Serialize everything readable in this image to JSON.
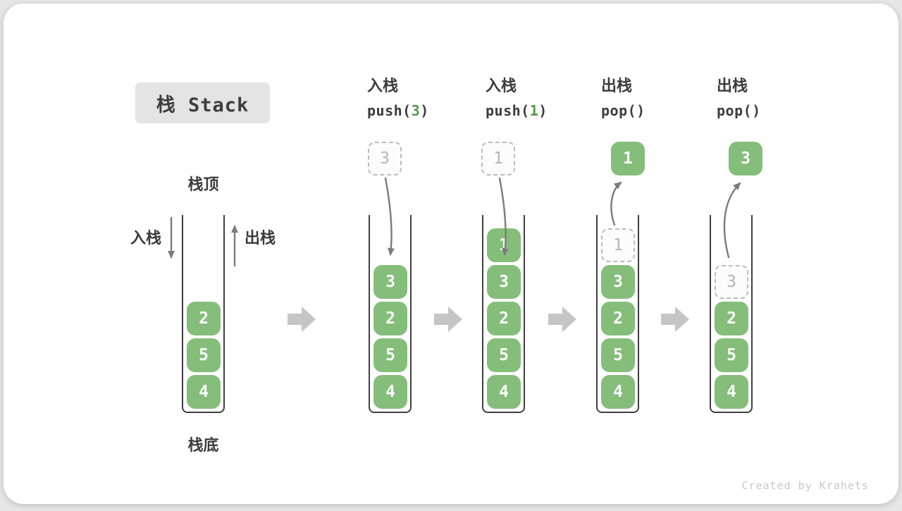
{
  "title": "栈 Stack",
  "watermark": "Created by Krahets",
  "labels": {
    "stack_top": "栈顶",
    "stack_bottom": "栈底",
    "push_side": "入栈",
    "pop_side": "出栈"
  },
  "colors": {
    "cell_green": "#85BE7B",
    "code_green": "#4E9B45",
    "arrow_gray": "#7B7B7B",
    "block_arrow_gray": "#C5C5C5"
  },
  "operations": [
    {
      "name": "入栈",
      "code_pre": "push(",
      "code_arg": "3",
      "code_post": ")"
    },
    {
      "name": "入栈",
      "code_pre": "push(",
      "code_arg": "1",
      "code_post": ")"
    },
    {
      "name": "出栈",
      "code_pre": "pop(",
      "code_arg": "",
      "code_post": ")"
    },
    {
      "name": "出栈",
      "code_pre": "pop(",
      "code_arg": "",
      "code_post": ")"
    }
  ],
  "stacks": [
    {
      "cells": [
        {
          "value": "2",
          "variant": "solid"
        },
        {
          "value": "5",
          "variant": "solid"
        },
        {
          "value": "4",
          "variant": "solid"
        }
      ]
    },
    {
      "floating": {
        "value": "3",
        "variant": "dashed"
      },
      "cells": [
        {
          "value": "3",
          "variant": "solid"
        },
        {
          "value": "2",
          "variant": "solid"
        },
        {
          "value": "5",
          "variant": "solid"
        },
        {
          "value": "4",
          "variant": "solid"
        }
      ]
    },
    {
      "floating": {
        "value": "1",
        "variant": "dashed"
      },
      "cells": [
        {
          "value": "1",
          "variant": "solid"
        },
        {
          "value": "3",
          "variant": "solid"
        },
        {
          "value": "2",
          "variant": "solid"
        },
        {
          "value": "5",
          "variant": "solid"
        },
        {
          "value": "4",
          "variant": "solid"
        }
      ]
    },
    {
      "floating": {
        "value": "1",
        "variant": "solid"
      },
      "cells": [
        {
          "value": "1",
          "variant": "dashed"
        },
        {
          "value": "3",
          "variant": "solid"
        },
        {
          "value": "2",
          "variant": "solid"
        },
        {
          "value": "5",
          "variant": "solid"
        },
        {
          "value": "4",
          "variant": "solid"
        }
      ]
    },
    {
      "floating": {
        "value": "3",
        "variant": "solid"
      },
      "cells": [
        {
          "value": "3",
          "variant": "dashed"
        },
        {
          "value": "2",
          "variant": "solid"
        },
        {
          "value": "5",
          "variant": "solid"
        },
        {
          "value": "4",
          "variant": "solid"
        }
      ]
    }
  ]
}
